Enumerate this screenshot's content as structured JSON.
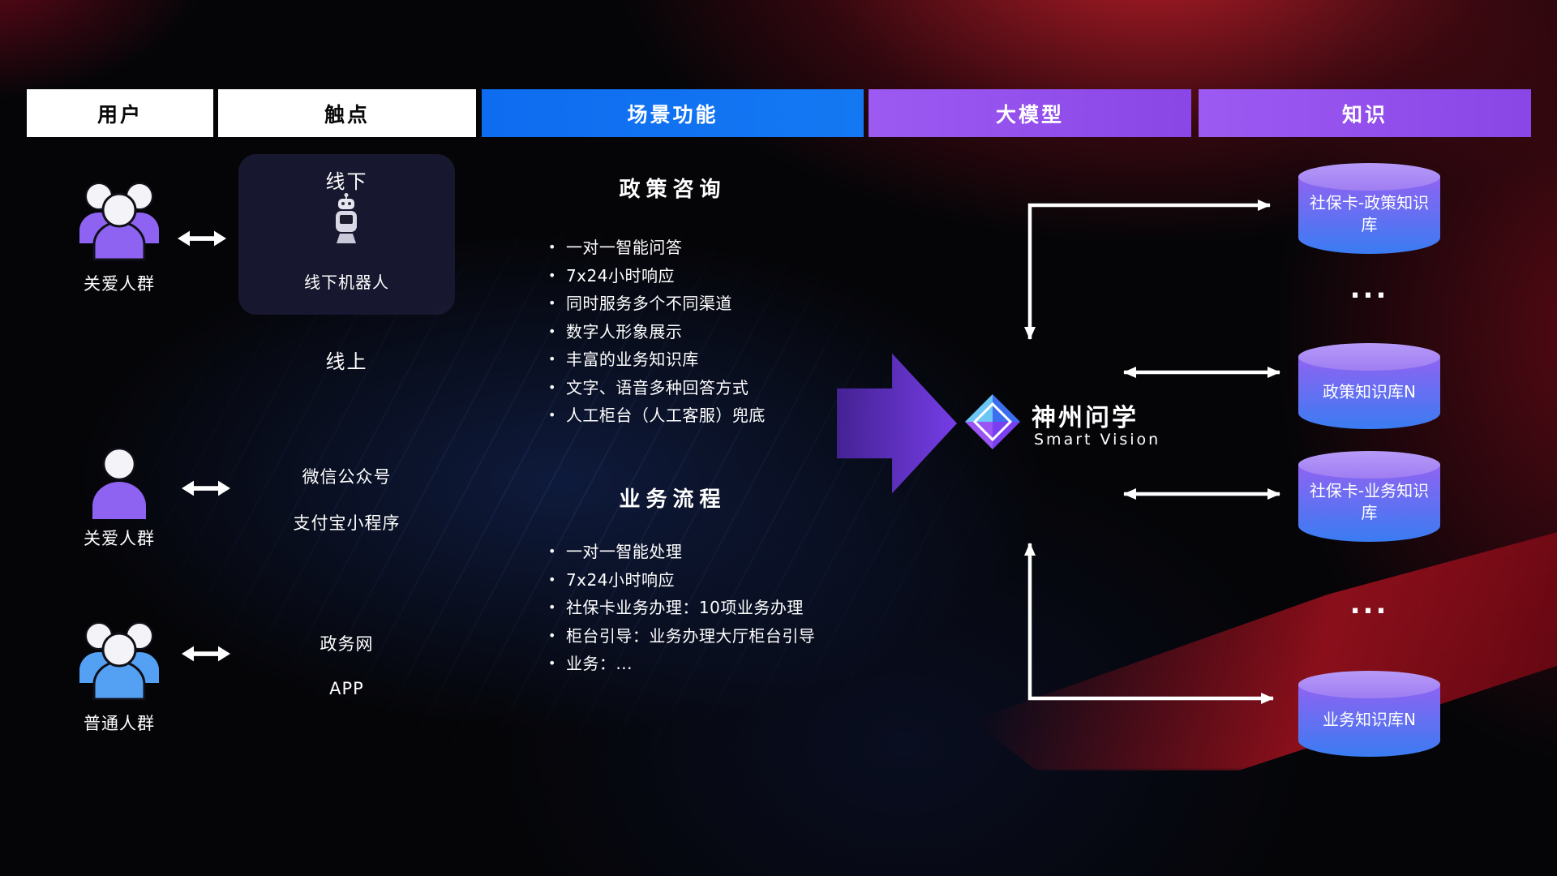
{
  "header": {
    "col_user": "用户",
    "col_touchpoint": "触点",
    "col_scenario": "场景功能",
    "col_model": "大模型",
    "col_knowledge": "知识"
  },
  "users": [
    {
      "label": "关爱人群"
    },
    {
      "label": "关爱人群"
    },
    {
      "label": "普通人群"
    }
  ],
  "touchpoints": {
    "offline_title": "线下",
    "offline_robot": "线下机器人",
    "online_title": "线上",
    "wechat": "微信公众号",
    "alipay": "支付宝小程序",
    "gov_web": "政务网",
    "app": "APP"
  },
  "scenarios": [
    {
      "title": "政策咨询",
      "items": [
        "一对一智能问答",
        "7x24小时响应",
        "同时服务多个不同渠道",
        "数字人形象展示",
        "丰富的业务知识库",
        "文字、语音多种回答方式",
        "人工柜台（人工客服）兜底"
      ]
    },
    {
      "title": "业务流程",
      "items": [
        "一对一智能处理",
        "7x24小时响应",
        "社保卡业务办理：10项业务办理",
        "柜台引导：业务办理大厅柜台引导",
        "业务：..."
      ]
    }
  ],
  "model": {
    "name": "神州问学",
    "subtitle": "Smart Vision"
  },
  "knowledge": {
    "db1": "社保卡-政策知识库",
    "db2": "政策知识库N",
    "db3": "社保卡-业务知识库",
    "db4": "业务知识库N",
    "ellipsis": "..."
  },
  "colors": {
    "header_blue": "#0e6cf0",
    "header_purple": "#9a55f0",
    "accent_purple": "#8f63f2",
    "accent_blue": "#54a0f2",
    "cylinder_top": "#ab8ef8",
    "cylinder_bottom": "#3a7cf2",
    "background_red": "#c32330",
    "arrow_white": "#ffffff"
  }
}
